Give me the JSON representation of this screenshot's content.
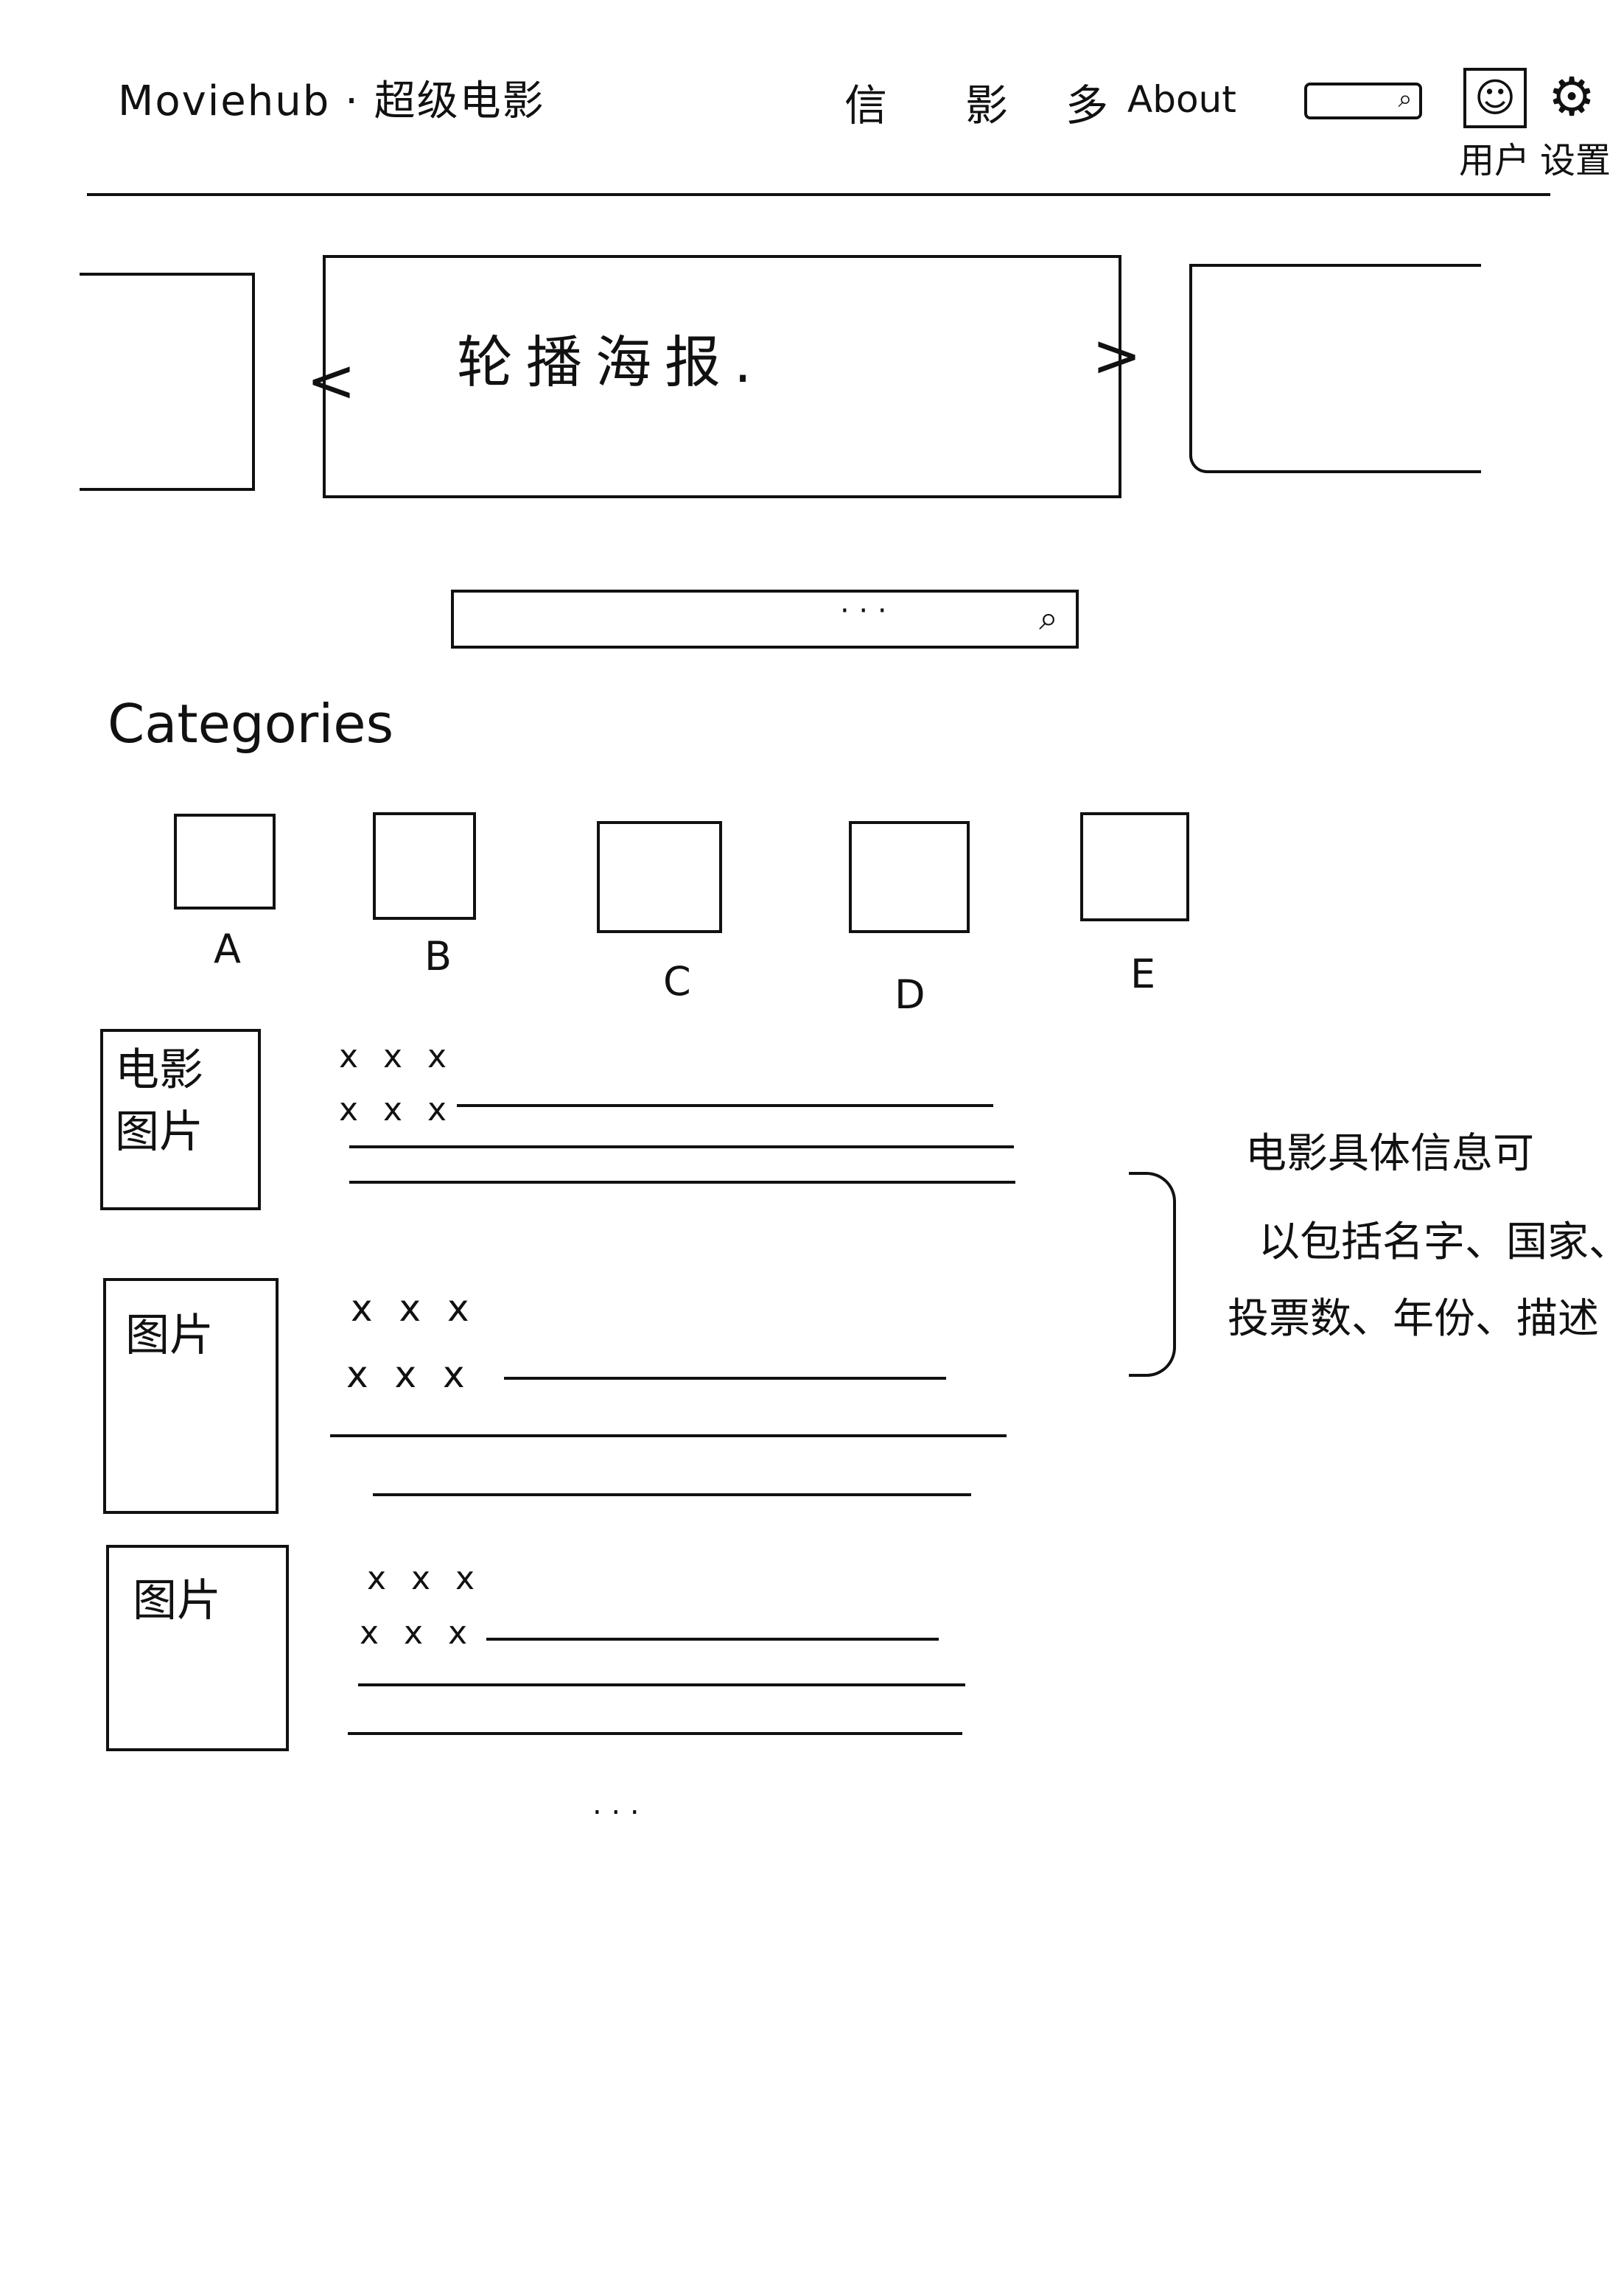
{
  "header": {
    "brand": "Moviehub · 超级电影",
    "nav": [
      "信",
      "影",
      "多",
      "About"
    ],
    "avatar_label": "用户",
    "settings_label": "设置"
  },
  "banner": {
    "text": "轮播海报.",
    "prev_arrow": "<",
    "next_arrow": ">"
  },
  "search": {
    "placeholder": "· · ·"
  },
  "categories": {
    "title": "Categories",
    "items": [
      "A",
      "B",
      "C",
      "D",
      "E"
    ]
  },
  "movies": [
    {
      "thumb": "电影\n图片",
      "line1": "x x x",
      "line2": "x x x"
    },
    {
      "thumb": "图片",
      "line1": "x x x",
      "line2": "x x x"
    },
    {
      "thumb": "图片",
      "line1": "x x x",
      "line2": "x x x"
    }
  ],
  "note": {
    "lines": [
      "电影具体信息可",
      "以包括名字、国家、",
      "投票数、年份、描述"
    ]
  },
  "more": ". . ."
}
